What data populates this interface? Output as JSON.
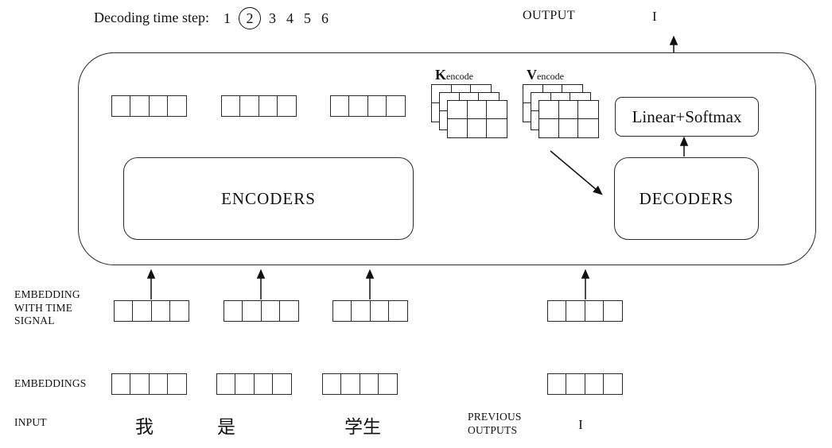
{
  "header": {
    "decoding_label": "Decoding time step:",
    "steps": [
      "1",
      "2",
      "3",
      "4",
      "5",
      "6"
    ],
    "circled_step": "2",
    "output_label": "OUTPUT",
    "output_value": "I"
  },
  "block": {
    "encoders_label": "ENCODERS",
    "decoders_label": "DECODERS",
    "linear_softmax_label": "Linear+Softmax",
    "k_matrix": {
      "letter": "K",
      "subscript": "encode"
    },
    "v_matrix": {
      "letter": "V",
      "subscript": "encode"
    },
    "matrix_grid": {
      "layers": 3,
      "cols": 3,
      "rows": 2
    }
  },
  "vectors": {
    "cells_per_vector": 4,
    "encoder_output_count": 3,
    "time_signal_count": 4,
    "embedding_count": 4
  },
  "bottom": {
    "embedding_time_label_lines": [
      "EMBEDDING",
      "WITH TIME",
      "SIGNAL"
    ],
    "embeddings_label": "EMBEDDINGS",
    "input_label": "INPUT",
    "previous_outputs_label_lines": [
      "PREVIOUS",
      "OUTPUTS"
    ],
    "input_tokens": [
      "我",
      "是",
      "学生"
    ],
    "previous_output_token": "I"
  },
  "colors": {
    "line": "#222222",
    "background": "#ffffff",
    "text": "#111111"
  }
}
